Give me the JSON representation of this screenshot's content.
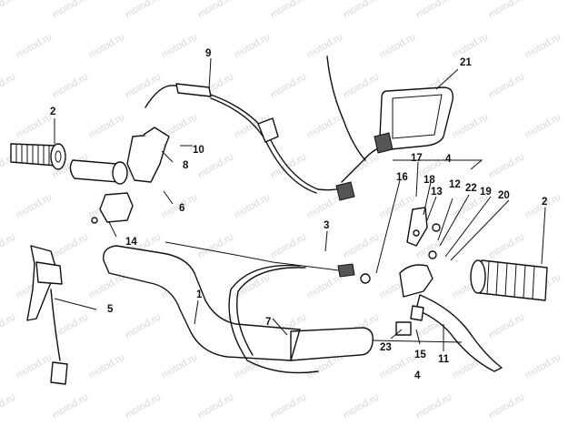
{
  "watermark": "motod.ru",
  "labels": [
    "1",
    "2",
    "2",
    "3",
    "4",
    "4",
    "5",
    "6",
    "7",
    "8",
    "9",
    "10",
    "11",
    "12",
    "13",
    "14",
    "15",
    "16",
    "17",
    "18",
    "19",
    "20",
    "21",
    "22",
    "23"
  ]
}
